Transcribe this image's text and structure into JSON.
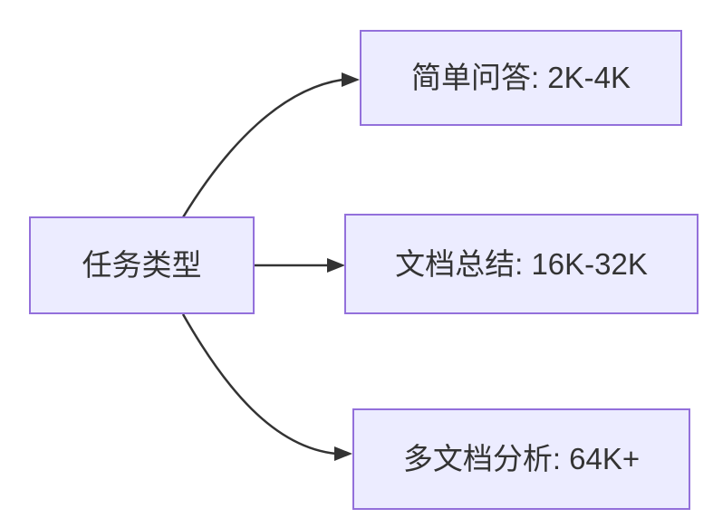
{
  "diagram": {
    "type": "flowchart-left-to-right",
    "root": {
      "label": "任务类型"
    },
    "branches": [
      {
        "label": "简单问答: 2K-4K"
      },
      {
        "label": "文档总结: 16K-32K"
      },
      {
        "label": "多文档分析: 64K+"
      }
    ],
    "edges": [
      {
        "from": "任务类型",
        "to": "简单问答: 2K-4K"
      },
      {
        "from": "任务类型",
        "to": "文档总结: 16K-32K"
      },
      {
        "from": "任务类型",
        "to": "多文档分析: 64K+"
      }
    ],
    "colors": {
      "node_fill": "#ECECFF",
      "node_border": "#9370DB",
      "edge_line": "#333333",
      "text": "#333333",
      "background": "#FFFFFF"
    }
  }
}
